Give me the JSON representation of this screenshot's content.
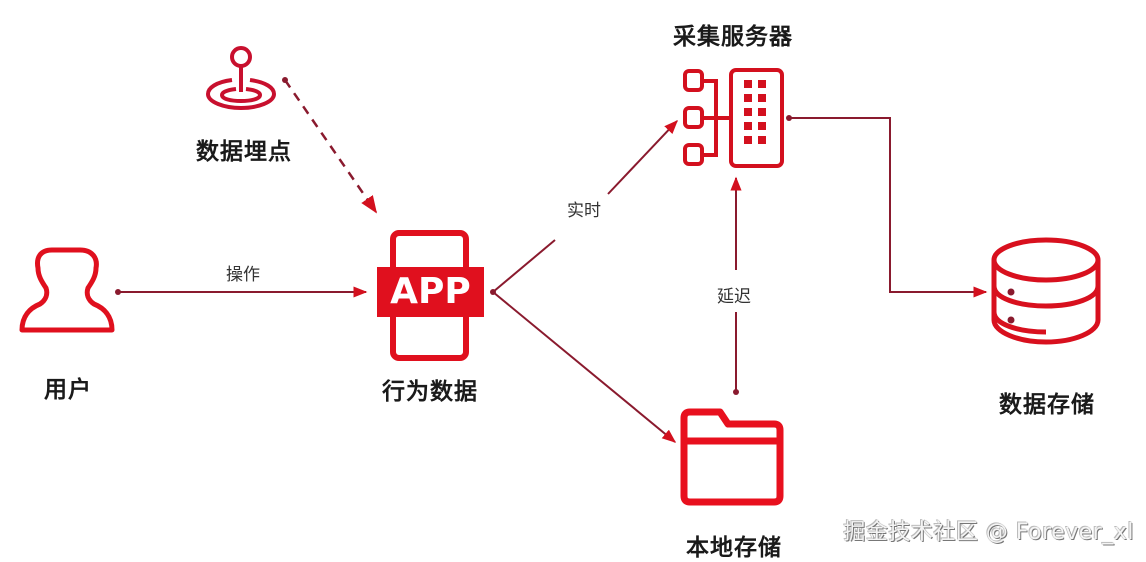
{
  "diagram": {
    "colors": {
      "icon": "#e0101e",
      "edge": "#8a1a2e",
      "arrow": "#d3101e",
      "text": "#1a1a1a"
    },
    "nodes": {
      "user": {
        "label": "用户",
        "icon": "person-icon"
      },
      "tracking": {
        "label": "数据埋点",
        "icon": "location-pin-icon"
      },
      "app": {
        "label": "行为数据",
        "icon": "mobile-app-icon",
        "badge": "APP"
      },
      "collector": {
        "label": "采集服务器",
        "icon": "server-icon"
      },
      "local": {
        "label": "本地存储",
        "icon": "folder-icon"
      },
      "storage": {
        "label": "数据存储",
        "icon": "database-icon"
      }
    },
    "edges": [
      {
        "from": "user",
        "to": "app",
        "label": "操作",
        "style": "solid"
      },
      {
        "from": "tracking",
        "to": "app",
        "label": "",
        "style": "dashed"
      },
      {
        "from": "app",
        "to": "collector",
        "label": "实时",
        "style": "solid"
      },
      {
        "from": "app",
        "to": "local",
        "label": "",
        "style": "solid"
      },
      {
        "from": "local",
        "to": "collector",
        "label": "延迟",
        "style": "solid"
      },
      {
        "from": "collector",
        "to": "storage",
        "label": "",
        "style": "solid"
      }
    ]
  },
  "watermark": "掘金技术社区 @ Forever_xl"
}
